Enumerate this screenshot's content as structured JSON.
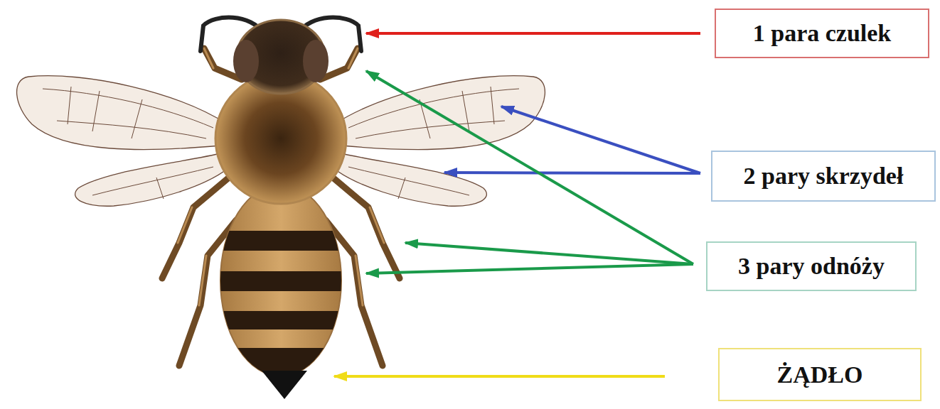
{
  "diagram": {
    "nodes": [
      {
        "text": [
          "1 para czulek"
        ]
      },
      {
        "text": [
          "2 pary skrzydeł"
        ]
      },
      {
        "text": [
          "3 pary odnóży"
        ]
      },
      {
        "text": [
          "ŻĄDŁO"
        ]
      }
    ]
  }
}
